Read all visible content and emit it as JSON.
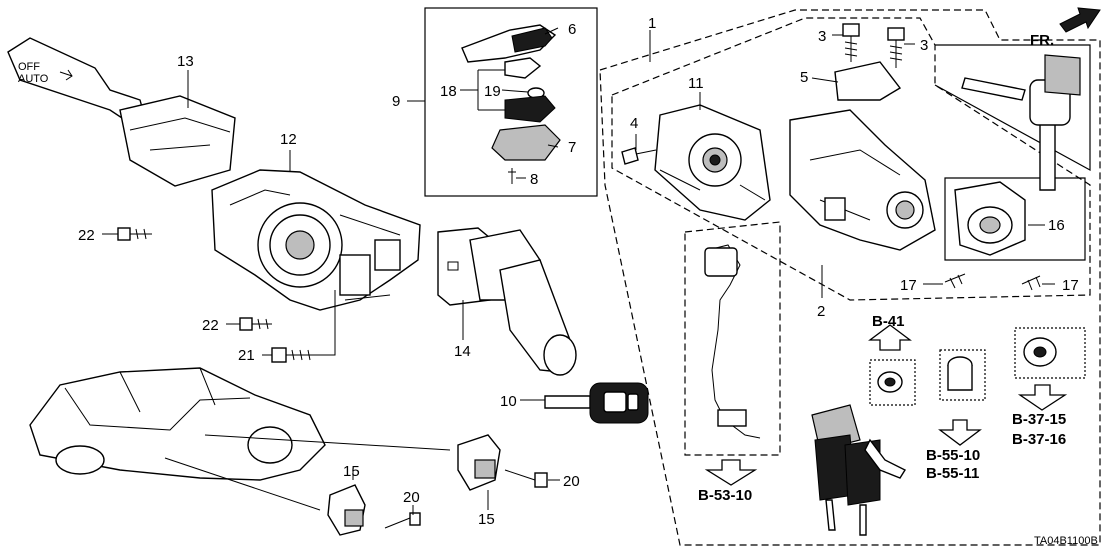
{
  "diagram": {
    "drawing_code": "TA04B1100B",
    "direction_label": "FR.",
    "part_numbers": [
      {
        "id": "n1",
        "text": "1"
      },
      {
        "id": "n2",
        "text": "2"
      },
      {
        "id": "n3a",
        "text": "3"
      },
      {
        "id": "n3b",
        "text": "3"
      },
      {
        "id": "n4",
        "text": "4"
      },
      {
        "id": "n5",
        "text": "5"
      },
      {
        "id": "n6",
        "text": "6"
      },
      {
        "id": "n7",
        "text": "7"
      },
      {
        "id": "n8",
        "text": "8"
      },
      {
        "id": "n9",
        "text": "9"
      },
      {
        "id": "n10",
        "text": "10"
      },
      {
        "id": "n11",
        "text": "11"
      },
      {
        "id": "n12",
        "text": "12"
      },
      {
        "id": "n13",
        "text": "13"
      },
      {
        "id": "n14",
        "text": "14"
      },
      {
        "id": "n15a",
        "text": "15"
      },
      {
        "id": "n15b",
        "text": "15"
      },
      {
        "id": "n16",
        "text": "16"
      },
      {
        "id": "n17a",
        "text": "17"
      },
      {
        "id": "n17b",
        "text": "17"
      },
      {
        "id": "n18",
        "text": "18"
      },
      {
        "id": "n19",
        "text": "19"
      },
      {
        "id": "n20a",
        "text": "20"
      },
      {
        "id": "n20b",
        "text": "20"
      },
      {
        "id": "n21",
        "text": "21"
      },
      {
        "id": "n22a",
        "text": "22"
      },
      {
        "id": "n22b",
        "text": "22"
      }
    ],
    "references": [
      {
        "id": "r1",
        "text": "B-41"
      },
      {
        "id": "r2",
        "text": "B-53-10"
      },
      {
        "id": "r3a",
        "text": "B-55-10"
      },
      {
        "id": "r3b",
        "text": "B-55-11"
      },
      {
        "id": "r4a",
        "text": "B-37-15"
      },
      {
        "id": "r4b",
        "text": "B-37-16"
      }
    ],
    "switch_markings": {
      "off": "OFF",
      "auto": "AUTO"
    }
  }
}
